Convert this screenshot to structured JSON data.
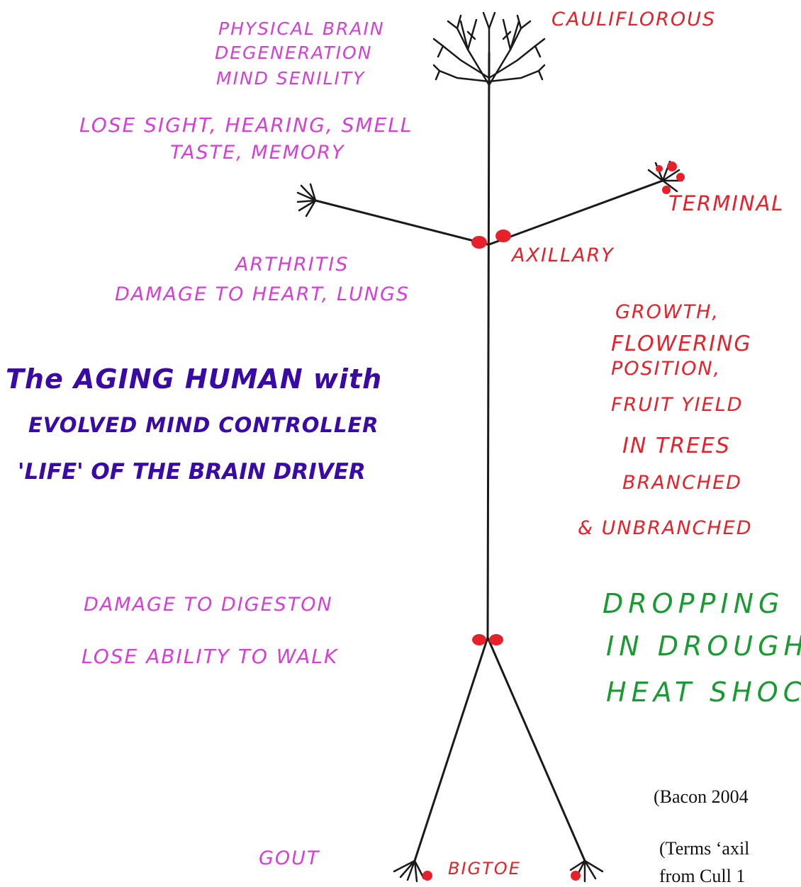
{
  "labels": {
    "cauliflorous": "CAULIFLOROUS",
    "terminal": "TERMINAL",
    "axillary": "AXILLARY",
    "bigtoe": "BIGTOE",
    "physical_brain": "PHYSICAL BRAIN",
    "degeneration": "DEGENERATION",
    "mind_senility": "MIND SENILITY",
    "lose_sight": "LOSE SIGHT, HEARING, SMELL",
    "taste_memory": "TASTE, MEMORY",
    "arthritis": "ARTHRITIS",
    "damage_heart": "DAMAGE TO HEART, LUNGS",
    "title_line1": "The AGING HUMAN with",
    "title_line2": "EVOLVED MIND CONTROLLER",
    "title_line3": "'LIFE' OF THE BRAIN DRIVER",
    "growth": "GROWTH,",
    "flowering": "FLOWERING",
    "position": "POSITION,",
    "fruit_yield": "FRUIT YIELD",
    "in_trees": "IN TREES",
    "branched": "BRANCHED",
    "unbranched": "& UNBRANCHED",
    "damage_digestion": "DAMAGE TO DIGESTON",
    "lose_walk": "LOSE ABILITY TO WALK",
    "dropping": "DROPPING",
    "in_drought": "IN DROUGHT",
    "heat_shock": "HEAT SHOCK",
    "gout": "GOUT",
    "citation1": "(Bacon 2004",
    "citation2_line1": "(Terms ‘axil",
    "citation2_line2": "from Cull 1"
  },
  "colors": {
    "ink": "#1a1a1a",
    "pink": "#d63fd6",
    "red": "#e8202a",
    "green": "#1a9a32",
    "purple": "#3a0aa6"
  }
}
